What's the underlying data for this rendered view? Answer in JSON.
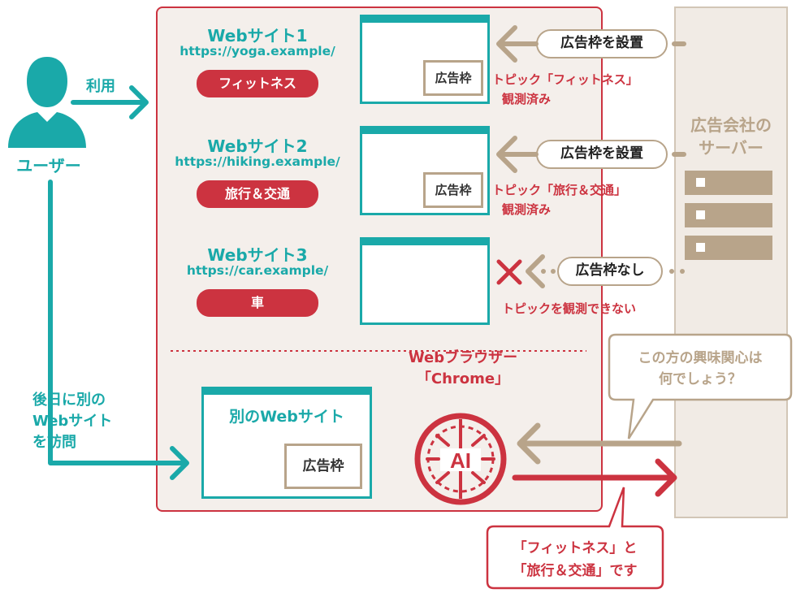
{
  "user": {
    "label": "ユーザー",
    "use_label": "利用"
  },
  "later_visit": {
    "line1": "後日に別の",
    "line2": "Webサイト",
    "line3": "を訪問"
  },
  "sites": [
    {
      "title": "Webサイト1",
      "url": "https://yoga.example/",
      "topic": "フィットネス",
      "ad_slot": "広告枠",
      "server_action": "広告枠を設置",
      "observe_line1": "トピック「フィットネス」",
      "observe_line2": "観測済み"
    },
    {
      "title": "Webサイト2",
      "url": "https://hiking.example/",
      "topic": "旅行＆交通",
      "ad_slot": "広告枠",
      "server_action": "広告枠を設置",
      "observe_line1": "トピック「旅行＆交通」",
      "observe_line2": "観測済み"
    },
    {
      "title": "Webサイト3",
      "url": "https://car.example/",
      "topic": "車",
      "server_action": "広告枠なし",
      "observe_line1": "トピックを観測できない"
    }
  ],
  "other_site": {
    "title": "別のWebサイト",
    "ad_slot": "広告枠"
  },
  "browser": {
    "line1": "Webブラウザー",
    "line2": "「Chrome」",
    "icon_text": "AI"
  },
  "server": {
    "line1": "広告会社の",
    "line2": "サーバー"
  },
  "query_bubble": {
    "line1": "この方の興味関心は",
    "line2": "何でしょう？"
  },
  "answer_bubble": {
    "line1": "「フィットネス」と",
    "line2": "「旅行＆交通」です"
  },
  "colors": {
    "teal": "#1aa9a9",
    "red": "#cc3340",
    "tan": "#b8a48a",
    "panel_bg": "#f4efeb"
  }
}
